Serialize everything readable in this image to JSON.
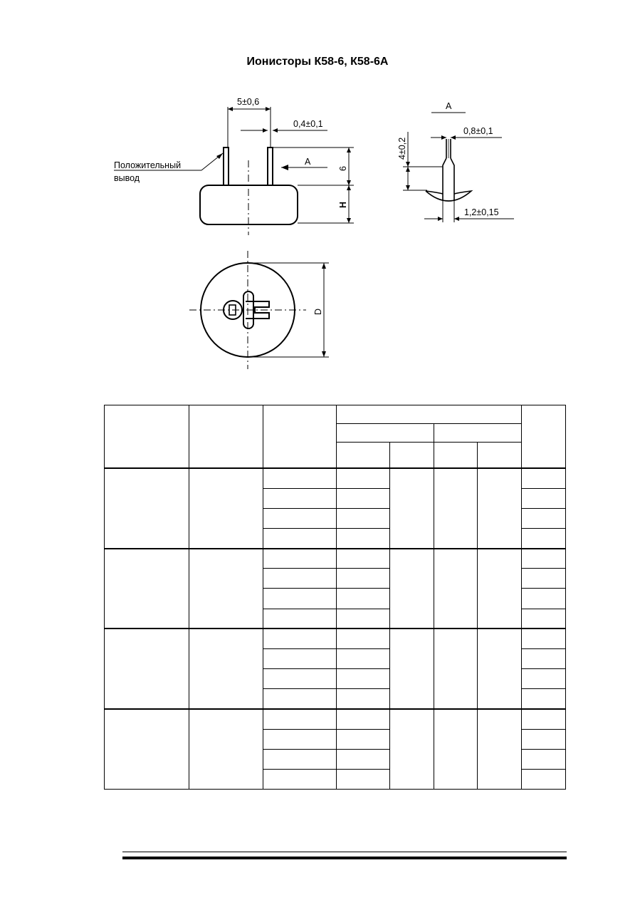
{
  "page_title": "Ионисторы К58-6, К58-6А",
  "side_view": {
    "dim_lead_pitch": "5±0,6",
    "dim_lead_thickness": "0,4±0,1",
    "view_arrow": "А",
    "label_positive_line1": "Положительный",
    "label_positive_line2": "вывод",
    "dim_lead_height": "6",
    "dim_body_height": "H"
  },
  "section_view": {
    "title": "А",
    "dim_lead_width": "0,8±0,1",
    "dim_lead_length": "4±0,2",
    "dim_base_width": "1,2±0,15"
  },
  "top_view": {
    "dim_diameter": "D"
  },
  "table": {
    "groups": 4,
    "rows_per_group": 4
  }
}
